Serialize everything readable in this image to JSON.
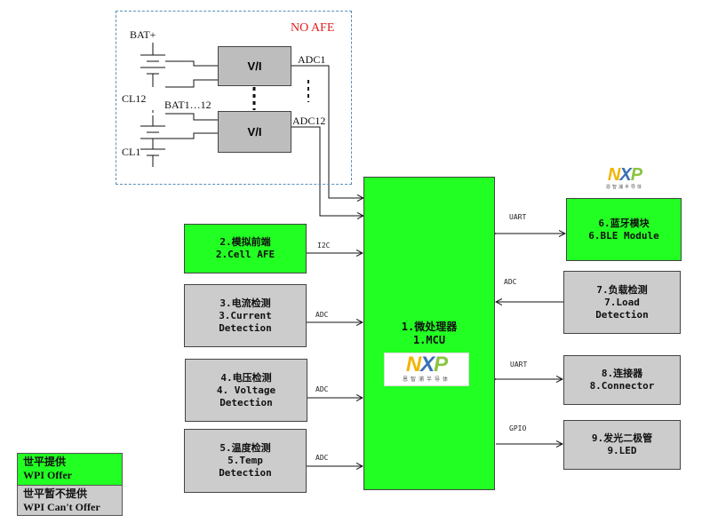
{
  "afe_area": {
    "no_afe": "NO AFE",
    "bat_plus": "BAT+",
    "cl12": "CL12",
    "cl1": "CL1",
    "bat_range": "BAT1…12",
    "vi_top": "V/I",
    "vi_bottom": "V/I",
    "adc1": "ADC1",
    "adc12": "ADC12"
  },
  "mcu": {
    "line1": "1.微处理器",
    "line2": "1.MCU"
  },
  "logo": {
    "mark_n": "N",
    "mark_x": "X",
    "mark_p": "P",
    "subtitle": "恩智浦半导体"
  },
  "blocks": {
    "afe": {
      "line1": "2.模拟前端",
      "line2": "2.Cell AFE"
    },
    "current": {
      "line1": "3.电流检测",
      "line2": "3.Current",
      "line3": "Detection"
    },
    "voltage": {
      "line1": "4.电压检测",
      "line2": "4. Voltage",
      "line3": "Detection"
    },
    "temp": {
      "line1": "5.温度检测",
      "line2": "5.Temp",
      "line3": "Detection"
    },
    "ble": {
      "line1": "6.蓝牙模块",
      "line2": "6.BLE Module"
    },
    "load": {
      "line1": "7.负载检测",
      "line2": "7.Load",
      "line3": "Detection"
    },
    "connector": {
      "line1": "8.连接器",
      "line2": "8.Connector"
    },
    "led": {
      "line1": "9.发光二极管",
      "line2": "9.LED"
    }
  },
  "buses": {
    "i2c": "I2C",
    "adc_current": "ADC",
    "adc_voltage": "ADC",
    "adc_temp": "ADC",
    "uart_ble": "UART",
    "adc_load": "ADC",
    "uart_connector": "UART",
    "gpio": "GPIO"
  },
  "legend": {
    "offer_cn": "世平提供",
    "offer_en": "WPI Offer",
    "noffer_cn": "世平暂不提供",
    "noffer_en": "WPI Can't Offer"
  },
  "colors": {
    "offered": "#22ff22",
    "not_offered": "#cccccc",
    "no_afe_text": "#e02020"
  }
}
